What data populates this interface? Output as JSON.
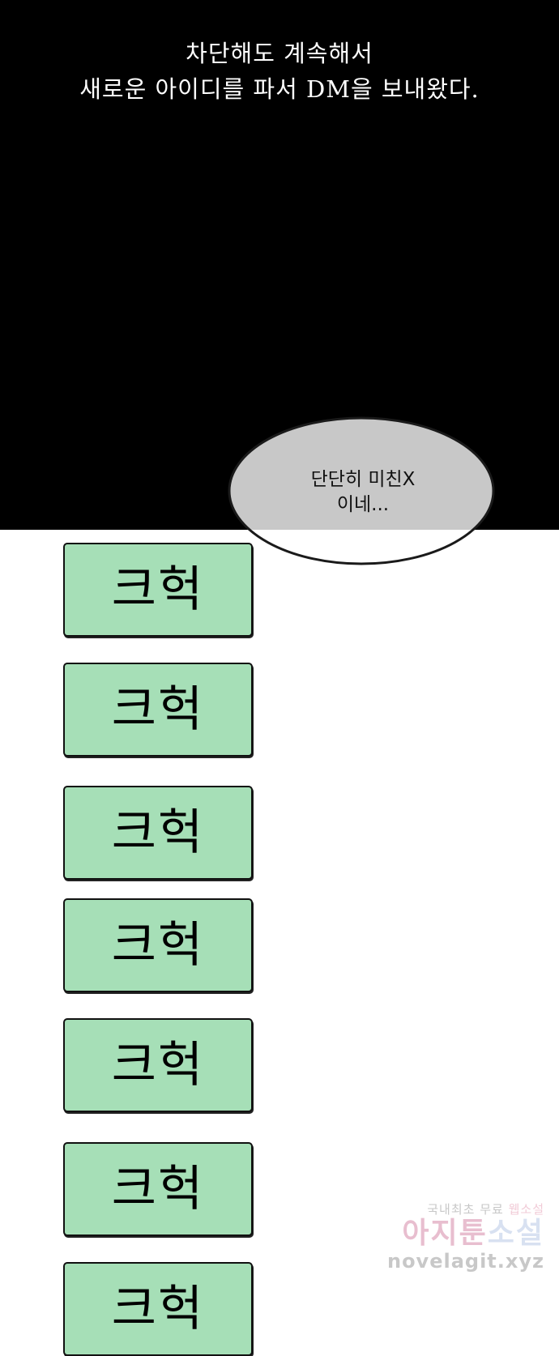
{
  "caption": {
    "line1": "차단해도 계속해서",
    "line2": "새로운 아이디를 파서 DM을 보내왔다."
  },
  "speech_bubble": {
    "line1": "단단히 미친X",
    "line2": "이네..."
  },
  "boxes": [
    {
      "label": "크헉"
    },
    {
      "label": "크헉"
    },
    {
      "label": "크헉"
    },
    {
      "label": "크헉"
    },
    {
      "label": "크헉"
    },
    {
      "label": "크헉"
    },
    {
      "label": "크헉"
    }
  ],
  "watermark": {
    "top_a": "국내최초 무료 ",
    "top_b": "웹소설",
    "mid_a": "아지툰",
    "mid_b": "소설",
    "bottom": "novelagit.xyz"
  },
  "colors": {
    "panel": "#000000",
    "box_fill": "#a6dfb7",
    "bubble_fill": "#c8c8c8"
  }
}
